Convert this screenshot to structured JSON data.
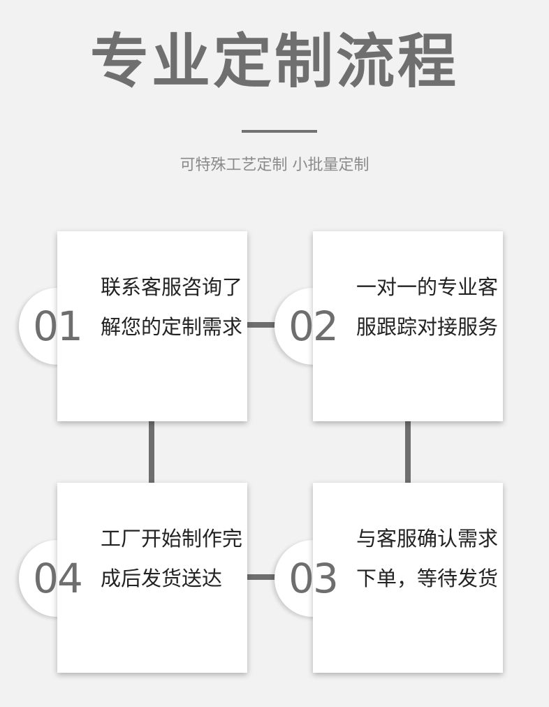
{
  "header": {
    "title": "专业定制流程",
    "subtitle": "可特殊工艺定制 小批量定制"
  },
  "steps": [
    {
      "number": "01",
      "text": "联系客服咨询了解您的定制需求"
    },
    {
      "number": "02",
      "text": "一对一的专业客服跟踪对接服务"
    },
    {
      "number": "03",
      "text": "与客服确认需求下单，等待发货"
    },
    {
      "number": "04",
      "text": "工厂开始制作完成后发货送达"
    }
  ],
  "colors": {
    "background": "#f2f2f2",
    "card": "#ffffff",
    "accent_gray": "#6e6e6e",
    "text": "#222222"
  }
}
